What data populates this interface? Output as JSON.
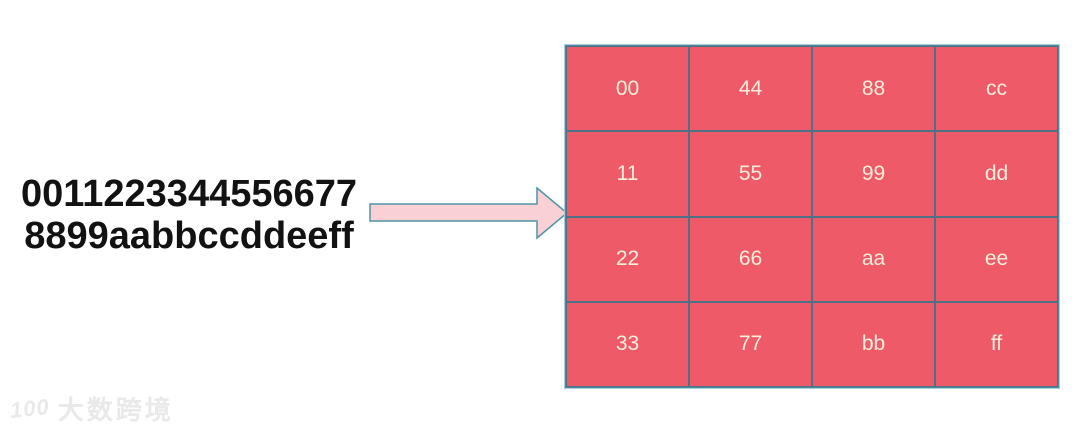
{
  "diagram": {
    "input_text": {
      "line1": "0011223344556677",
      "line2": "8899aabbccddeeff"
    }
  },
  "grid": {
    "rows": [
      [
        "00",
        "44",
        "88",
        "cc"
      ],
      [
        "11",
        "55",
        "99",
        "dd"
      ],
      [
        "22",
        "66",
        "aa",
        "ee"
      ],
      [
        "33",
        "77",
        "bb",
        "ff"
      ]
    ]
  },
  "watermark": {
    "logo_text": "100",
    "brand_text": "大数跨境"
  },
  "colors": {
    "cell_fill": "#ee5a67",
    "grid_line": "#4d7287",
    "grid_outer_line": "#4e8ba1",
    "cell_text": "#f7eedd",
    "arrow_fill": "#f9d1d4",
    "arrow_stroke": "#4f93a8",
    "hex_text": "#121212",
    "watermark": "#e9e9e9"
  }
}
